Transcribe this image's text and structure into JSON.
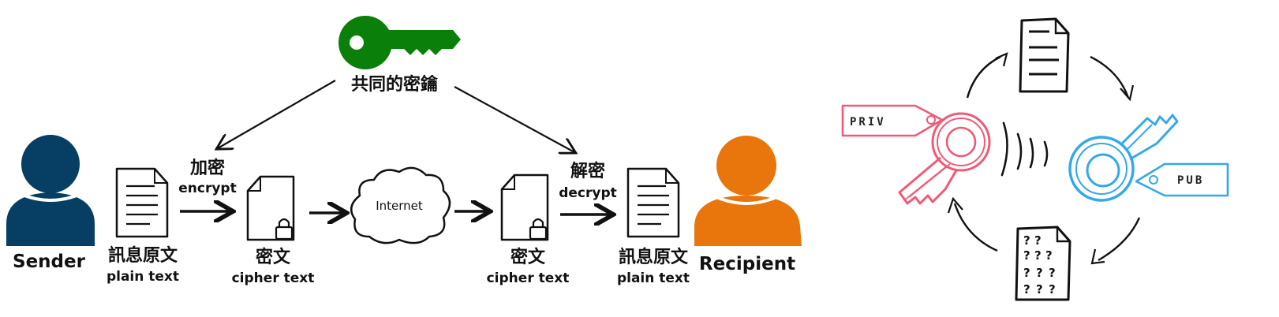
{
  "colors": {
    "key_green": "#0a7f0a",
    "sender_blue": "#063f63",
    "recipient_orange": "#e8760c",
    "priv_pink": "#ef5a78",
    "pub_blue": "#34a8e8",
    "ink": "#111111"
  },
  "icons": [
    "shared-key-icon",
    "sender-person-icon",
    "recipient-person-icon",
    "document-icon",
    "locked-document-icon",
    "internet-cloud-icon",
    "private-key-icon",
    "public-key-icon"
  ],
  "symmetric": {
    "shared_key_label": "共同的密鑰",
    "sender": {
      "label": "Sender"
    },
    "recipient": {
      "label": "Recipient"
    },
    "encrypt": {
      "cn": "加密",
      "en": "encrypt"
    },
    "decrypt": {
      "cn": "解密",
      "en": "decrypt"
    },
    "plain_left": {
      "cn": "訊息原文",
      "en": "plain text"
    },
    "cipher_left": {
      "cn": "密文",
      "en": "cipher text"
    },
    "internet": "Internet",
    "cipher_right": {
      "cn": "密文",
      "en": "cipher text"
    },
    "plain_right": {
      "cn": "訊息原文",
      "en": "plain text"
    }
  },
  "asymmetric": {
    "private_tag": "PRIV",
    "public_tag": "PUB",
    "encrypted_doc_glyph": "?"
  }
}
